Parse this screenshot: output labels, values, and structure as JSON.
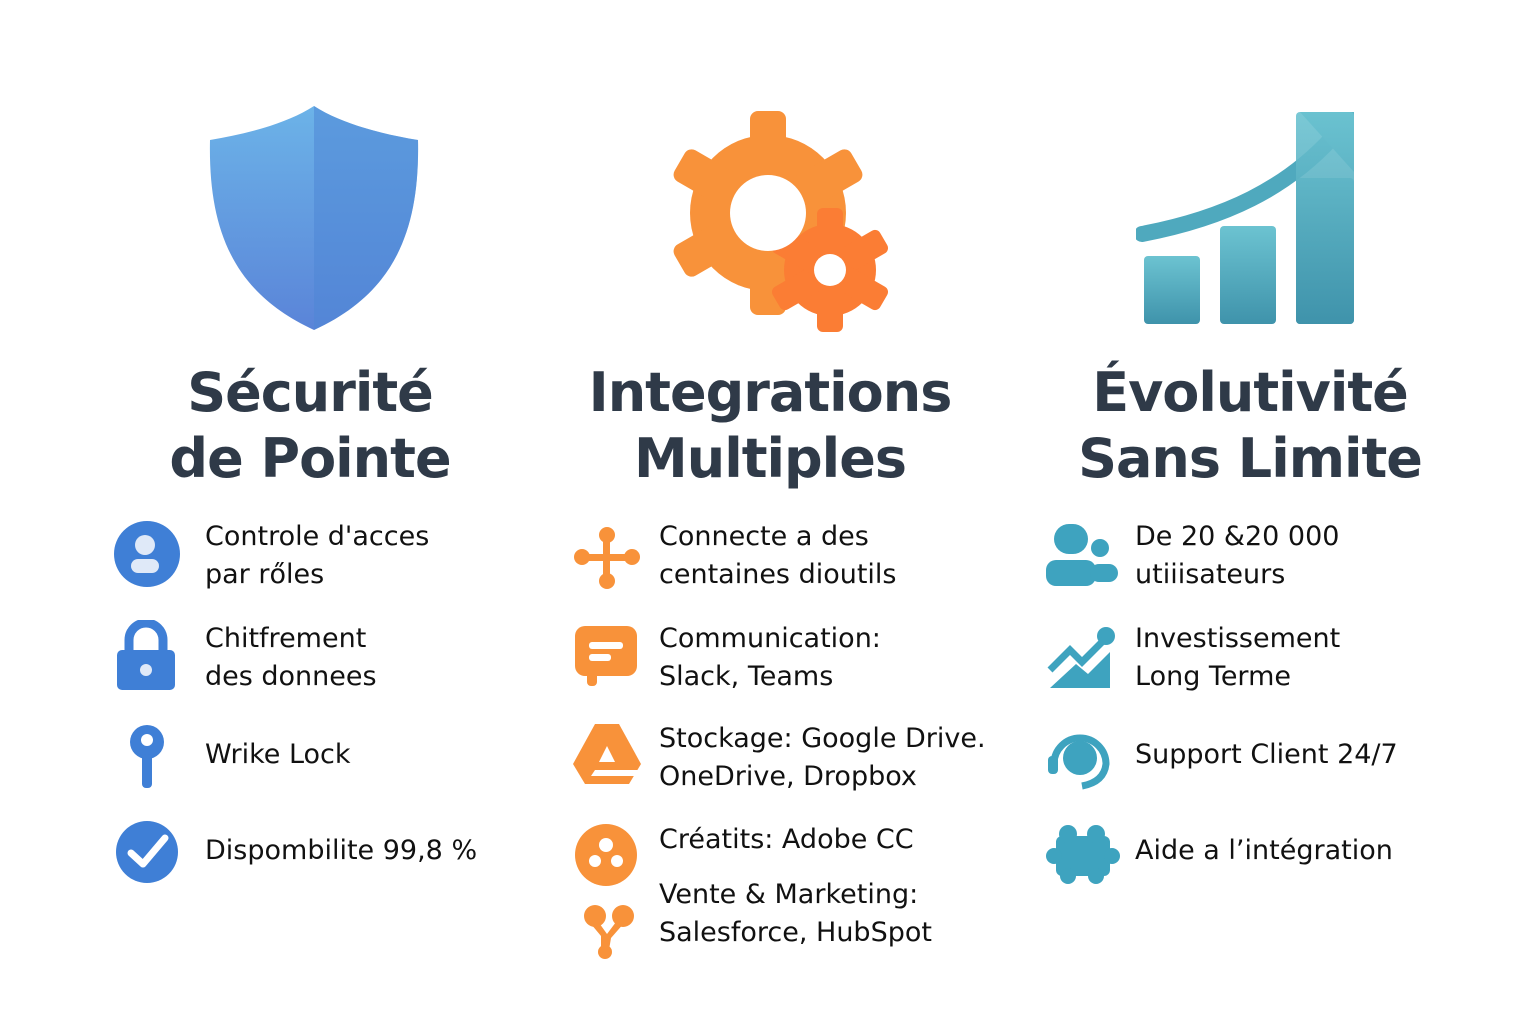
{
  "colors": {
    "security": "#4a8ad8",
    "integrations": "#f7903a",
    "scalability": "#3ea3bf",
    "heading": "#2f3a48"
  },
  "columns": [
    {
      "title_line1": "Sécurité",
      "title_line2": "de Pointe",
      "icon": "shield-icon",
      "items": [
        {
          "icon": "user-shield-icon",
          "line1": "Controle d'acces",
          "line2": "par rőles"
        },
        {
          "icon": "padlock-icon",
          "line1": "Chitfrement",
          "line2": "des donnees"
        },
        {
          "icon": "key-icon",
          "line1": "Wrike Lock"
        },
        {
          "icon": "check-circle-icon",
          "line1": "Dispombilite 99,8 %"
        }
      ]
    },
    {
      "title_line1": "Integrations",
      "title_line2": "Multiples",
      "icon": "gears-icon",
      "items": [
        {
          "icon": "network-icon",
          "line1": "Connecte a des",
          "line2": "centaines dioutils"
        },
        {
          "icon": "chat-icon",
          "line1": "Communication:",
          "line2": "Slack, Teams"
        },
        {
          "icon": "drive-icon",
          "line1": "Stockage: Google Drive.",
          "line2": "OneDrive, Dropbox"
        },
        {
          "icon": "creative-cloud-icon",
          "line1": "Créatits: Adobe CC"
        },
        {
          "icon": "hubspot-icon",
          "line1": "Vente & Marketing:",
          "line2": "Salesforce, HubSpot"
        }
      ]
    },
    {
      "title_line1": "Évolutivité",
      "title_line2": "Sans Limite",
      "icon": "growth-chart-icon",
      "items": [
        {
          "icon": "users-icon",
          "line1": "De 20 &20 000",
          "line2": "utiiisateurs"
        },
        {
          "icon": "trend-up-icon",
          "line1": "Investissement",
          "line2": "Long Terme"
        },
        {
          "icon": "headset-icon",
          "line1": "Support Client 24/7"
        },
        {
          "icon": "puzzle-icon",
          "line1": "Aide a l’intégration"
        }
      ]
    }
  ]
}
